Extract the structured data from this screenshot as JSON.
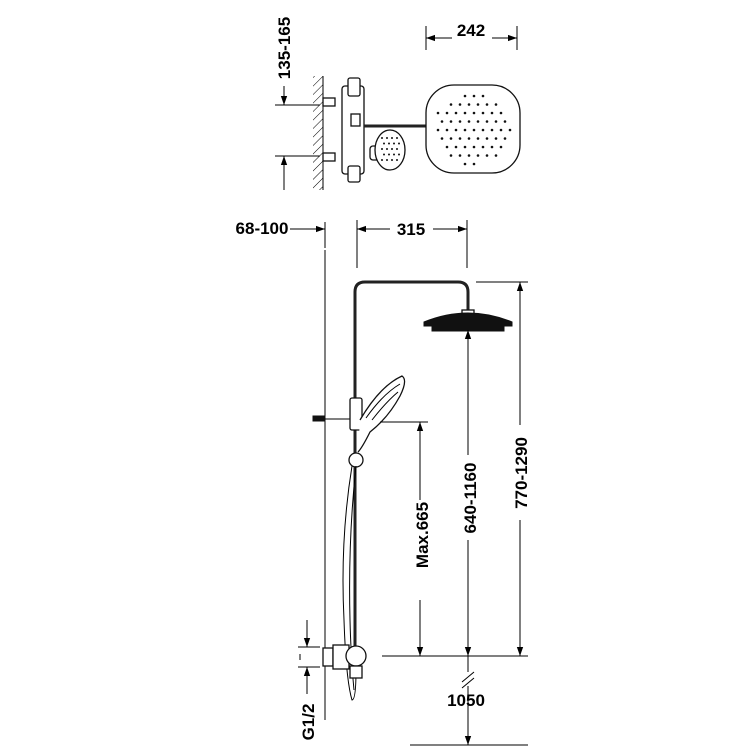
{
  "dimensions": {
    "top_width": "242",
    "top_wall_offset": "135-165",
    "wall_distance": "68-100",
    "arm_reach": "315",
    "handshower_max": "Max.665",
    "head_height_range": "640-1160",
    "total_height_range": "770-1290",
    "floor_height": "1050",
    "connection": "G1/2"
  }
}
